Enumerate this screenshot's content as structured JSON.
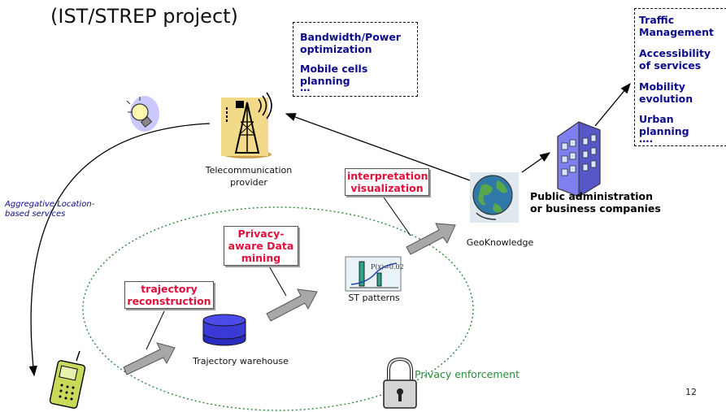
{
  "title": "(IST/STREP project)",
  "telecom_box": {
    "items": [
      "Bandwidth/Power optimization",
      "Mobile cells planning",
      "…"
    ]
  },
  "admin_box": {
    "items": [
      "Traffic Management",
      "Accessibility of services",
      "Mobility evolution",
      "Urban planning",
      "…."
    ]
  },
  "labels": {
    "telecom_provider": "Telecommunication provider",
    "aggregative_services": "Aggregative Location-based services",
    "public_admin": "Public administration or business companies",
    "geoknowledge": "GeoKnowledge",
    "st_patterns": "ST patterns",
    "trajectory_warehouse": "Trajectory warehouse",
    "privacy_enforcement": "Privacy enforcement",
    "page_number": "12"
  },
  "steps": {
    "interpretation": "interpretation visualization",
    "privacy_mining": "Privacy-aware Data mining",
    "trajectory": "trajectory reconstruction"
  },
  "colors": {
    "accent_red": "#e0103c",
    "blue_text": "#0b0b8c",
    "green_text": "#2a8a3a",
    "arrow_grey": "#a8a8a8"
  }
}
